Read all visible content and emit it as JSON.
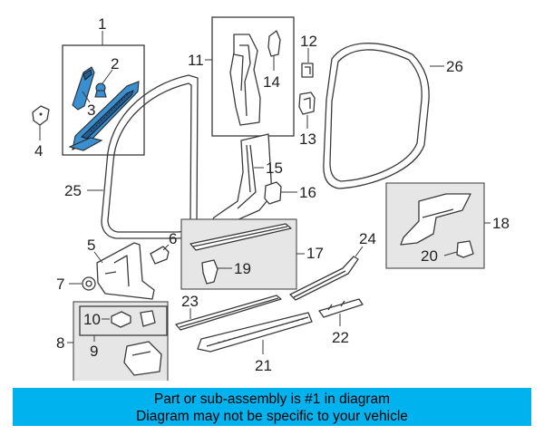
{
  "callouts": {
    "c1": "1",
    "c2": "2",
    "c3": "3",
    "c4": "4",
    "c5": "5",
    "c6": "6",
    "c7": "7",
    "c8": "8",
    "c9": "9",
    "c10": "10",
    "c11": "11",
    "c12": "12",
    "c13": "13",
    "c14": "14",
    "c15": "15",
    "c16": "16",
    "c17": "17",
    "c18": "18",
    "c19": "19",
    "c20": "20",
    "c21": "21",
    "c22": "22",
    "c23": "23",
    "c24": "24",
    "c25": "25",
    "c26": "26"
  },
  "banner": {
    "line1": "Part or sub-assembly is #1 in diagram",
    "line2": "Diagram may not be specific to your vehicle"
  },
  "colors": {
    "highlight": "#3a8fd0",
    "banner_bg": "#00b2ee",
    "panel_bg": "#e6e6e6"
  }
}
